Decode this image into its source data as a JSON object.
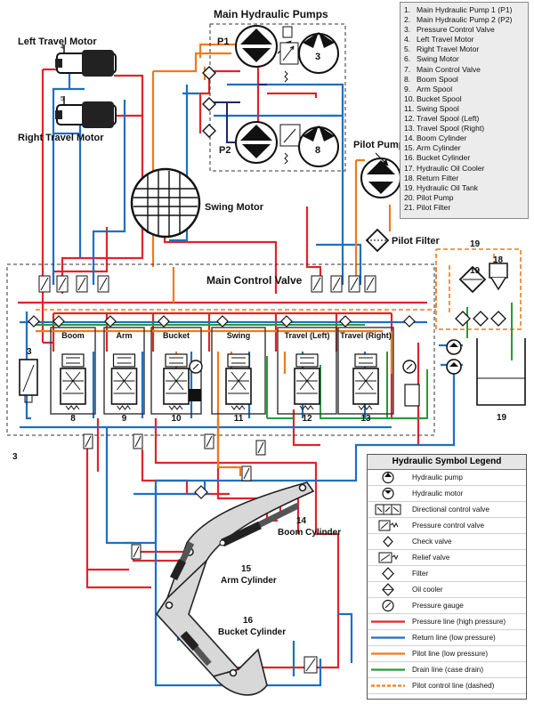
{
  "titles": {
    "main_pumps": "Main Hydraulic Pumps",
    "main_control_valve": "Main Control Valve",
    "left_travel_motor": "Left Travel Motor",
    "right_travel_motor": "Right Travel Motor",
    "swing_motor": "Swing Motor",
    "pilot_pump": "Pilot Pump",
    "pilot_filter": "Pilot Filter"
  },
  "pump_labels": {
    "p1": "P1",
    "p2": "P2",
    "n3": "3",
    "n8": "8"
  },
  "spools": [
    {
      "label": "Boom",
      "num": "8"
    },
    {
      "label": "Arm",
      "num": "9"
    },
    {
      "label": "Bucket",
      "num": "10"
    },
    {
      "label": "Swing",
      "num": "11"
    },
    {
      "label": "Travel (Left)",
      "num": "12"
    },
    {
      "label": "Travel (Right)",
      "num": "13"
    }
  ],
  "cylinders": {
    "boom_num": "14",
    "boom_label": "Boom Cylinder",
    "arm_num": "15",
    "arm_label": "Arm Cylinder",
    "bucket_num": "16",
    "bucket_label": "Bucket Cylinder"
  },
  "tank_labels": {
    "n19_top": "19",
    "n19_filter": "19",
    "n18": "18",
    "n19_tank": "19"
  },
  "side_labels": {
    "valve3": "3",
    "valve3_bottom": "3"
  },
  "component_list": [
    {
      "num": "1.",
      "text": "Main Hydraulic Pump 1 (P1)"
    },
    {
      "num": "2.",
      "text": "Main Hydraulic Pump 2 (P2)"
    },
    {
      "num": "3.",
      "text": "Pressure Control Valve"
    },
    {
      "num": "4.",
      "text": "Left Travel Motor"
    },
    {
      "num": "5.",
      "text": "Right Travel Motor"
    },
    {
      "num": "6.",
      "text": "Swing Motor"
    },
    {
      "num": "7.",
      "text": "Main Control Valve"
    },
    {
      "num": "8.",
      "text": "Boom Spool"
    },
    {
      "num": "9.",
      "text": "Arm Spool"
    },
    {
      "num": "10.",
      "text": "Bucket Spool"
    },
    {
      "num": "11.",
      "text": "Swing Spool"
    },
    {
      "num": "12.",
      "text": "Travel Spool (Left)"
    },
    {
      "num": "13.",
      "text": "Travel Spool (Right)"
    },
    {
      "num": "14.",
      "text": "Boom Cylinder"
    },
    {
      "num": "15.",
      "text": "Arm Cylinder"
    },
    {
      "num": "16.",
      "text": "Bucket Cylinder"
    },
    {
      "num": "17.",
      "text": "Hydraulic Oil Cooler"
    },
    {
      "num": "18.",
      "text": "Return Filter"
    },
    {
      "num": "19.",
      "text": "Hydraulic Oil Tank"
    },
    {
      "num": "20.",
      "text": "Pilot Pump"
    },
    {
      "num": "21.",
      "text": "Pilot Filter"
    }
  ],
  "legend": {
    "title": "Hydraulic Symbol Legend",
    "items": [
      {
        "symbol": "pump-icon",
        "text": "Hydraulic pump"
      },
      {
        "symbol": "motor-icon",
        "text": "Hydraulic motor"
      },
      {
        "symbol": "dcv-icon",
        "text": "Directional control valve"
      },
      {
        "symbol": "pcv-icon",
        "text": "Pressure control valve"
      },
      {
        "symbol": "check-valve-icon",
        "text": "Check valve"
      },
      {
        "symbol": "relief-valve-icon",
        "text": "Relief valve"
      },
      {
        "symbol": "filter-icon",
        "text": "Filter"
      },
      {
        "symbol": "cooler-icon",
        "text": "Oil cooler"
      },
      {
        "symbol": "gauge-icon",
        "text": "Pressure gauge"
      },
      {
        "symbol": "line-red",
        "text": "Pressure line (high pressure)",
        "color": "#e0242b"
      },
      {
        "symbol": "line-blue",
        "text": "Return line (low pressure)",
        "color": "#1f6fc0"
      },
      {
        "symbol": "line-orange",
        "text": "Pilot line (low pressure)",
        "color": "#f07a1a"
      },
      {
        "symbol": "line-green",
        "text": "Drain line (case drain)",
        "color": "#2a9a3a"
      },
      {
        "symbol": "line-orange-dashed",
        "text": "Pilot control line (dashed)",
        "color": "#f07a1a"
      }
    ]
  },
  "colors": {
    "pressure": "#e0242b",
    "return": "#1f6fc0",
    "pilot": "#f07a1a",
    "drain": "#2a9a3a",
    "dark": "#1a2a6a"
  }
}
